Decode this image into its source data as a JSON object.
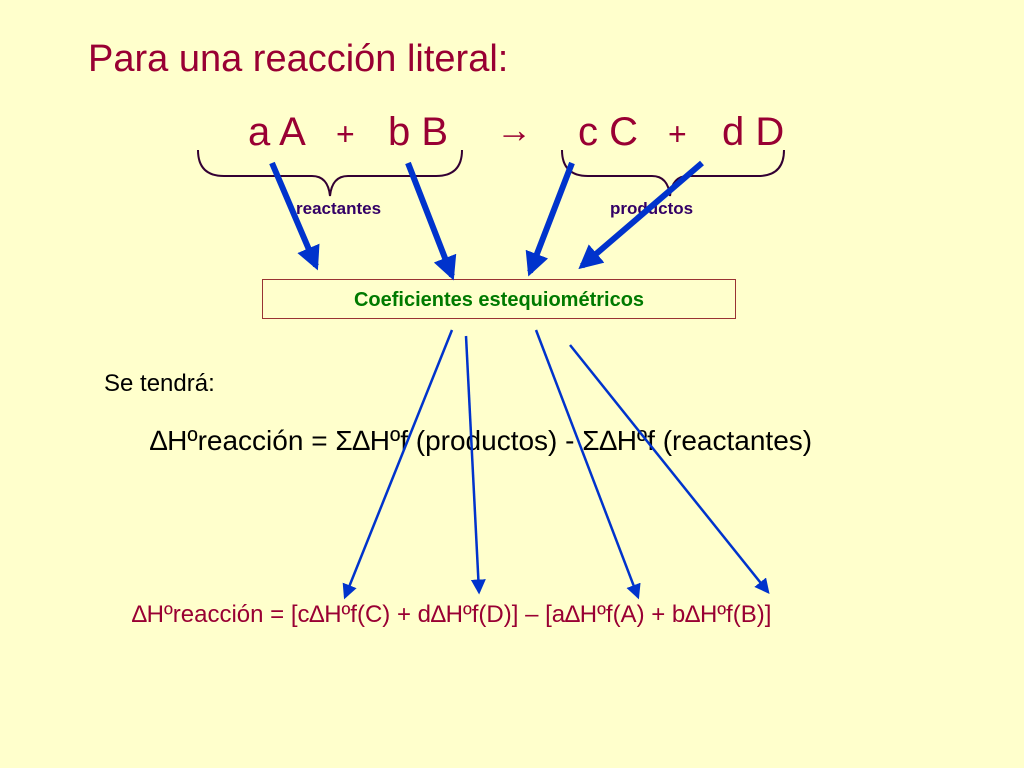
{
  "slide": {
    "title": "Para una reacción literal:",
    "equation": {
      "term_a": "a A",
      "plus_1": "+",
      "term_b": "b B",
      "arrow": "→",
      "term_c": "c C",
      "plus_2": "+",
      "term_d": "d D"
    },
    "brace_left_label": "reactantes",
    "brace_right_label": "productos",
    "coefficients_box": "Coeficientes estequiométricos",
    "intro": "Se tendrá:",
    "general_equation": "∆Hºreacción =  Σ∆Hºf (productos) - Σ∆Hºf (reactantes)",
    "specific_equation": "∆Hºreacción =  [c∆Hºf(C) + d∆Hºf(D)] – [a∆Hºf(A) + b∆Hºf(B)]"
  },
  "colors": {
    "background": "#FFFFCC",
    "title": "#990033",
    "brace": "#330033",
    "brace_label": "#330066",
    "box_text": "#007A00",
    "box_border": "#993333",
    "arrow": "#0033CC",
    "body_text": "#000000"
  },
  "icons": {
    "reaction_arrow": "right-arrow-icon"
  }
}
